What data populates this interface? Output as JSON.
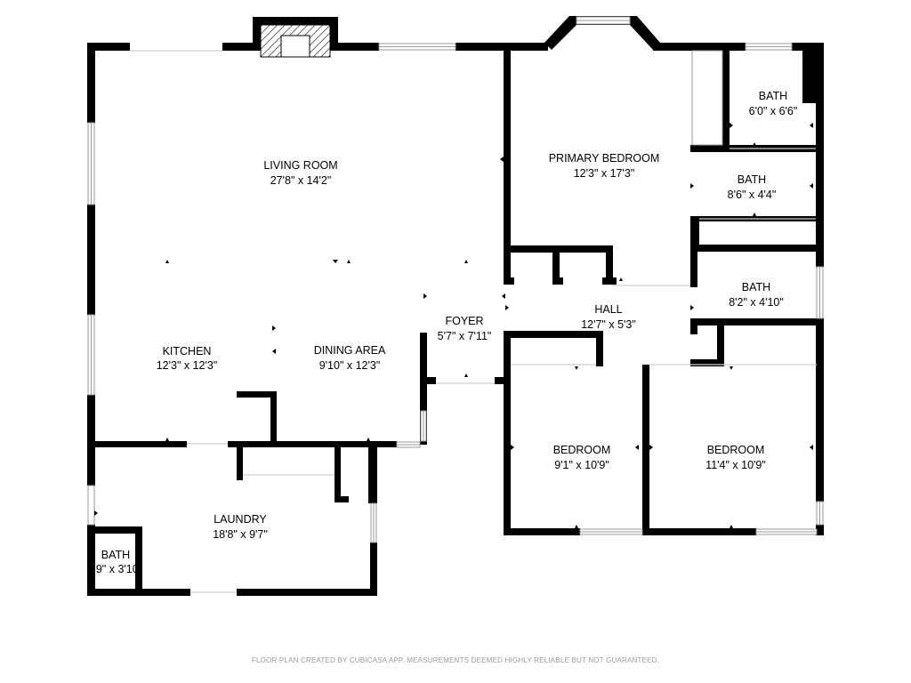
{
  "rooms": {
    "living_room": {
      "name": "LIVING ROOM",
      "dims": "27'8\" x 14'2\""
    },
    "primary_bedroom": {
      "name": "PRIMARY BEDROOM",
      "dims": "12'3\" x 17'3\""
    },
    "bath_1": {
      "name": "BATH",
      "dims": "6'0\" x 6'6\""
    },
    "bath_2": {
      "name": "BATH",
      "dims": "8'6\" x 4'4\""
    },
    "bath_3": {
      "name": "BATH",
      "dims": "8'2\" x 4'10\""
    },
    "hall": {
      "name": "HALL",
      "dims": "12'7\" x 5'3\""
    },
    "foyer": {
      "name": "FOYER",
      "dims": "5'7\" x 7'11\""
    },
    "kitchen": {
      "name": "KITCHEN",
      "dims": "12'3\" x 12'3\""
    },
    "dining_area": {
      "name": "DINING AREA",
      "dims": "9'10\" x 12'3\""
    },
    "bedroom_1": {
      "name": "BEDROOM",
      "dims": "9'1\" x 10'9\""
    },
    "bedroom_2": {
      "name": "BEDROOM",
      "dims": "11'4\" x 10'9\""
    },
    "laundry": {
      "name": "LAUNDRY",
      "dims": "18'8\" x 9'7\""
    },
    "bath_4": {
      "name": "BATH",
      "dims": "9\" x 3'10\""
    }
  },
  "footer": "FLOOR PLAN CREATED BY CUBICASA APP. MEASUREMENTS DEEMED HIGHLY RELIABLE BUT NOT GUARANTEED."
}
